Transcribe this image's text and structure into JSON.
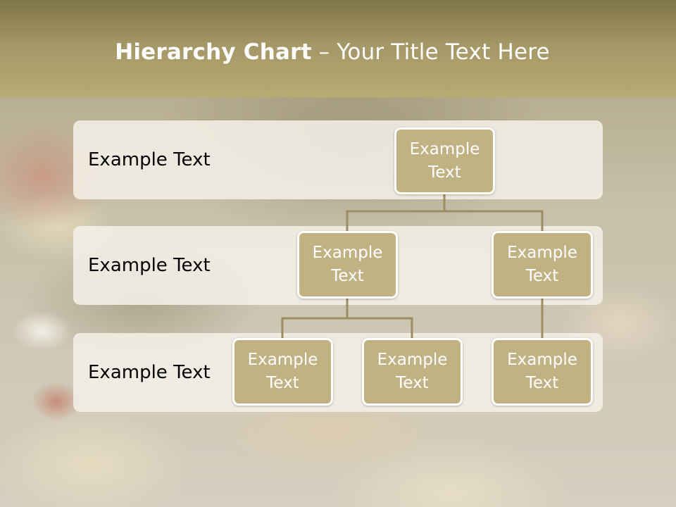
{
  "slide": {
    "title_bold": "Hierarchy Chart",
    "title_rest": " – Your Title Text Here"
  },
  "levels": [
    {
      "label": "Example Text"
    },
    {
      "label": "Example Text"
    },
    {
      "label": "Example Text"
    }
  ],
  "nodes": {
    "root": "Example Text",
    "left_child": "Example Text",
    "right_child": "Example Text",
    "left_grandchild_1": "Example Text",
    "left_grandchild_2": "Example Text",
    "right_grandchild": "Example Text"
  },
  "colors": {
    "header": "#b3a571",
    "node_fill": "#c1b283",
    "band_fill": "#f5f1e9",
    "connector": "#9c8e62"
  }
}
